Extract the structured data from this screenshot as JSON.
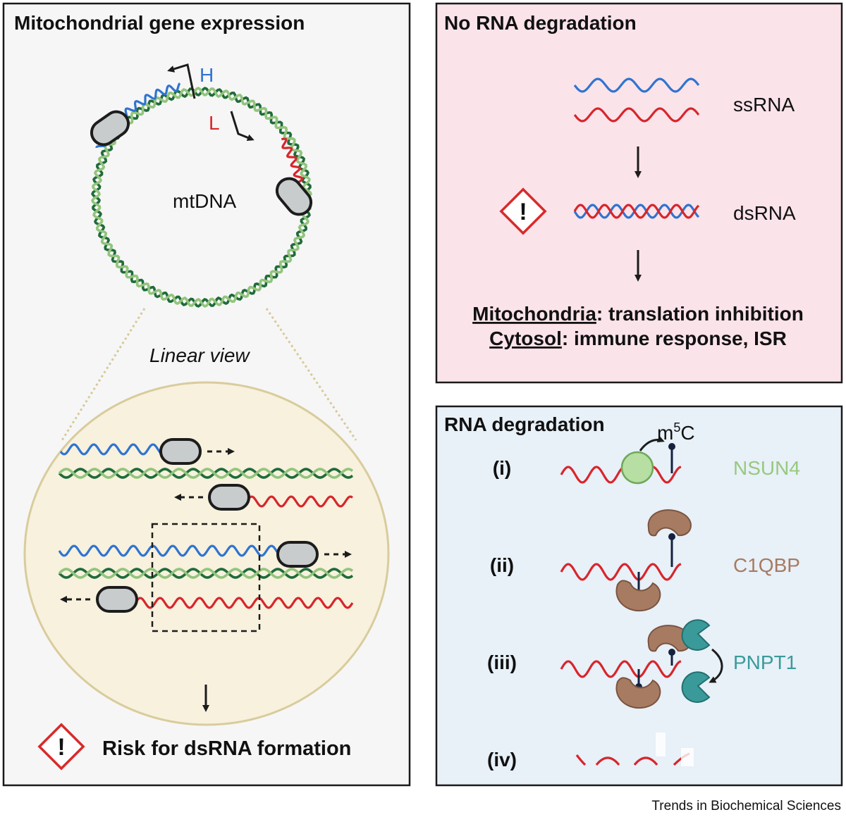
{
  "left_panel": {
    "title": "Mitochondrial gene expression",
    "circle_label": "mtDNA",
    "h_label": "H",
    "l_label": "L",
    "linear_view_label": "Linear view",
    "risk_label": "Risk for dsRNA formation"
  },
  "top_right_panel": {
    "title": "No RNA degradation",
    "ssrna_label": "ssRNA",
    "dsrna_label": "dsRNA",
    "outcome_line1_underlined": "Mitochondria",
    "outcome_line1_rest": ": translation inhibition",
    "outcome_line2_underlined": "Cytosol",
    "outcome_line2_rest": ": immune response, ISR"
  },
  "bottom_right_panel": {
    "title": "RNA degradation",
    "m5c_base": "m",
    "m5c_sup": "5",
    "m5c_end": "C",
    "steps": [
      {
        "roman": "(i)",
        "protein": "NSUN4"
      },
      {
        "roman": "(ii)",
        "protein": "C1QBP"
      },
      {
        "roman": "(iii)",
        "protein": "PNPT1"
      },
      {
        "roman": "(iv)",
        "protein": ""
      }
    ]
  },
  "credit": "Trends in Biochemical Sciences",
  "colors": {
    "h_strand": "#2f74d0",
    "l_strand": "#d7262b",
    "dna_dark": "#1f6b3a",
    "dna_light": "#93c47d",
    "nsun4": "#97c97f",
    "c1qbp": "#a77b62",
    "pnpt1": "#3a9a9a",
    "left_bg": "#f6f6f6",
    "pink_bg": "#fbe3ea",
    "blue_bg": "#e8f0f8",
    "zoom_bg": "#f7f1de"
  }
}
